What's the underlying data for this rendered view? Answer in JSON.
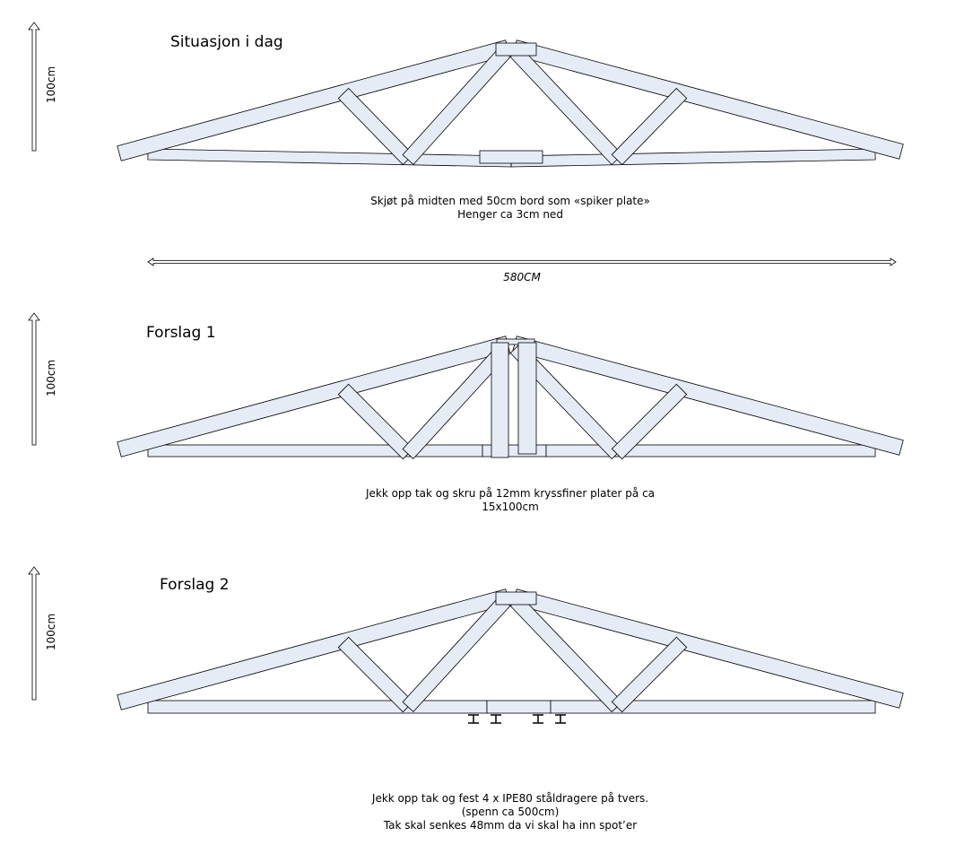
{
  "colors": {
    "member_fill": "#e6ecf6",
    "stroke": "#000000"
  },
  "sections": [
    {
      "title": "Situasjon i dag",
      "height_label": "100cm",
      "notes": [
        "Skjøt på midten med 50cm bord som «spiker plate»",
        "Henger ca 3cm ned"
      ]
    },
    {
      "title": "Forslag 1",
      "height_label": "100cm",
      "notes": [
        "Jekk opp tak og skru på 12mm kryssfiner plater på ca",
        "15x100cm"
      ]
    },
    {
      "title": "Forslag 2",
      "height_label": "100cm",
      "notes": [
        "Jekk opp tak og fest 4 x IPE80 ståldragere på tvers.",
        "(spenn ca 500cm)",
        "Tak skal senkes 48mm da vi skal ha inn spot’er"
      ]
    }
  ],
  "span_dimension": "580CM"
}
